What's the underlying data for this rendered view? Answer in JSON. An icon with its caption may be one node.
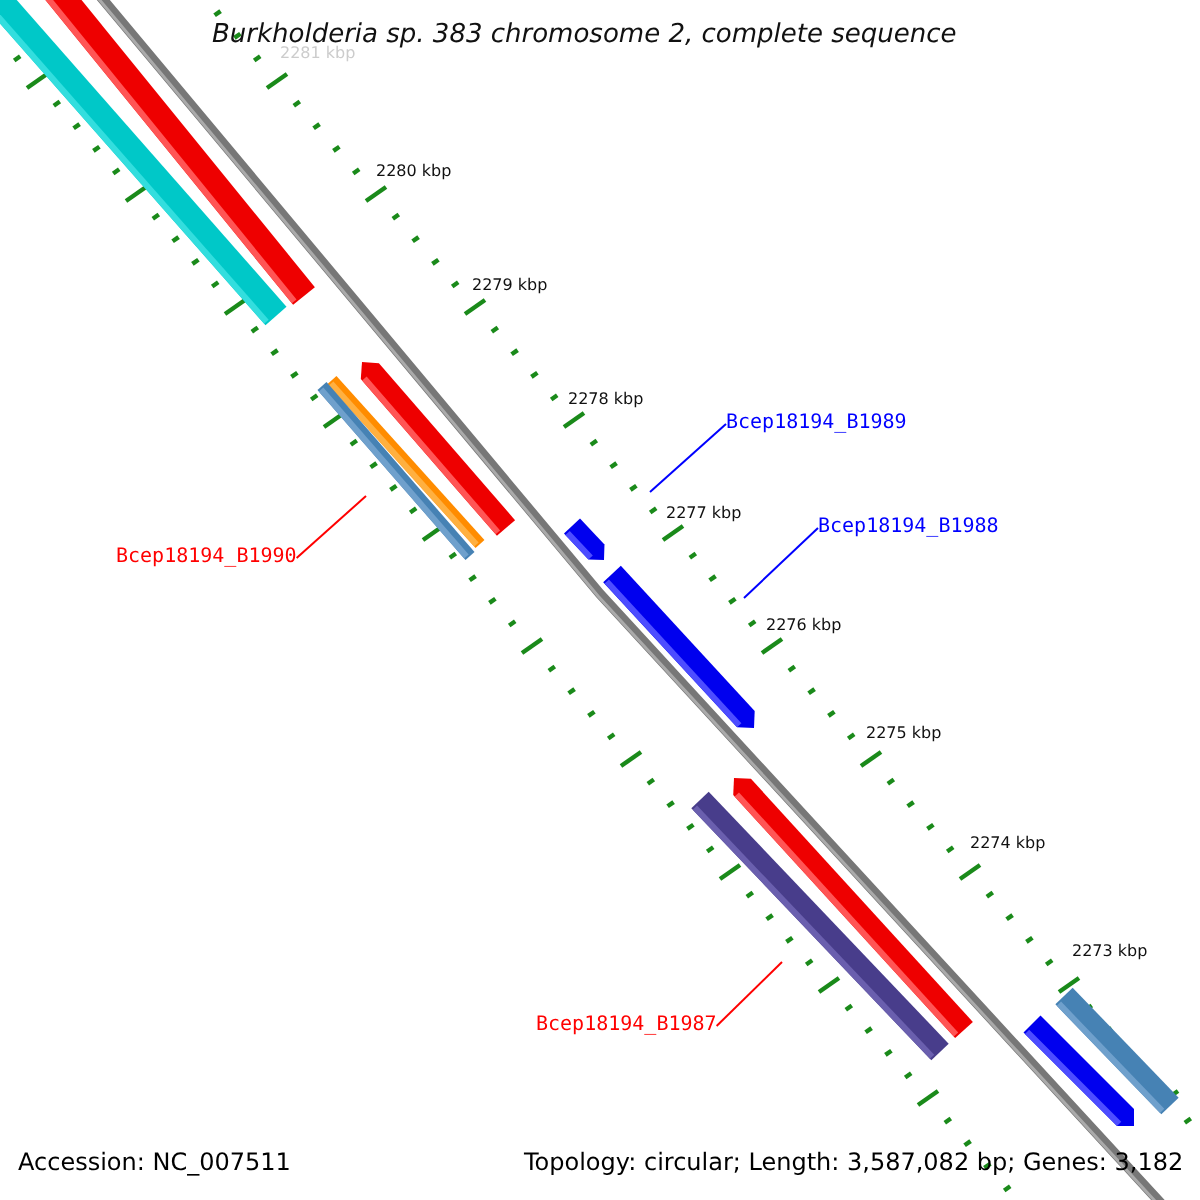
{
  "diagram": {
    "title": "Burkholderia sp. 383 chromosome 2, complete sequence",
    "nodes": [
      {
        "text": [
          "Bcep18194_B1989"
        ]
      },
      {
        "text": [
          "Bcep18194_B1988"
        ]
      },
      {
        "text": [
          "Bcep18194_B1990"
        ]
      },
      {
        "text": [
          "Bcep18194_B1987"
        ]
      }
    ],
    "edges": [
      {
        "from": 0,
        "to": null,
        "arrow": "none",
        "color": "#0000ff"
      },
      {
        "from": 1,
        "to": null,
        "arrow": "none",
        "color": "#0000ff"
      },
      {
        "from": 2,
        "to": null,
        "arrow": "none",
        "color": "#ff0000"
      },
      {
        "from": 3,
        "to": null,
        "arrow": "none",
        "color": "#ff0000"
      }
    ],
    "labels": [
      "2281 kbp",
      "2280 kbp",
      "2279 kbp",
      "2278 kbp",
      "2277 kbp",
      "2276 kbp",
      "2275 kbp",
      "2274 kbp",
      "2273 kbp",
      "Accession: NC_007511",
      "Topology: circular; Length: 3,587,082 bp; Genes: 3,182"
    ]
  }
}
